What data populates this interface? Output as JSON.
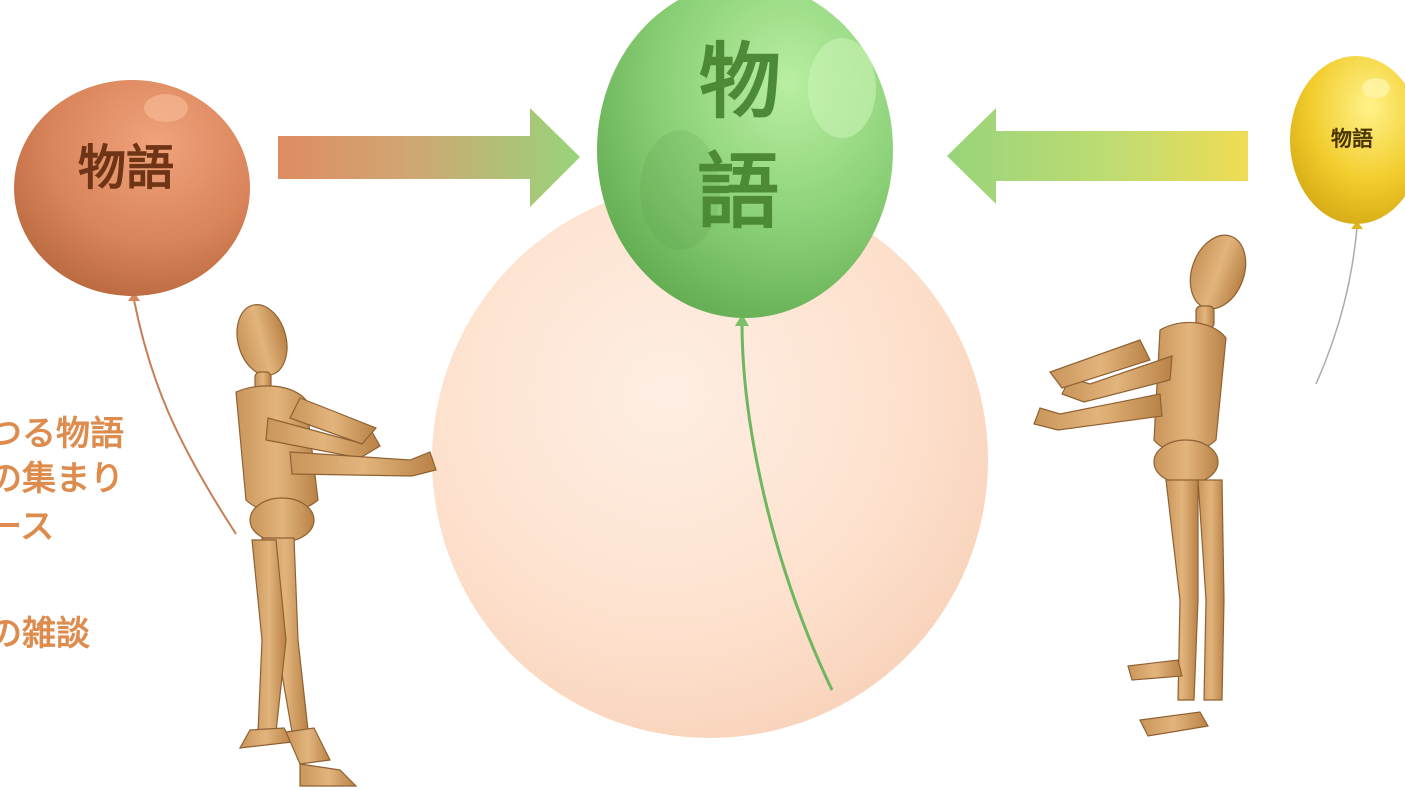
{
  "balloon_left_label": "物語",
  "balloon_center_label_top": "物",
  "balloon_center_label_bottom": "語",
  "balloon_right_label": "物語",
  "side_text": {
    "line1": "つる物語",
    "line2": "の集まり",
    "line3": "ース",
    "line4": "の雑談"
  },
  "colors": {
    "left_balloon": "#d9845a",
    "center_balloon": "#86cc74",
    "right_balloon": "#f2cc2c",
    "big_sphere": "#fde1cf",
    "side_text": "#de8c4e",
    "center_text": "#4d8a37",
    "mannequin": "#d9a86e"
  },
  "icons": [
    "arrow-right-icon",
    "arrow-left-icon",
    "balloon-icon",
    "mannequin-figure"
  ]
}
